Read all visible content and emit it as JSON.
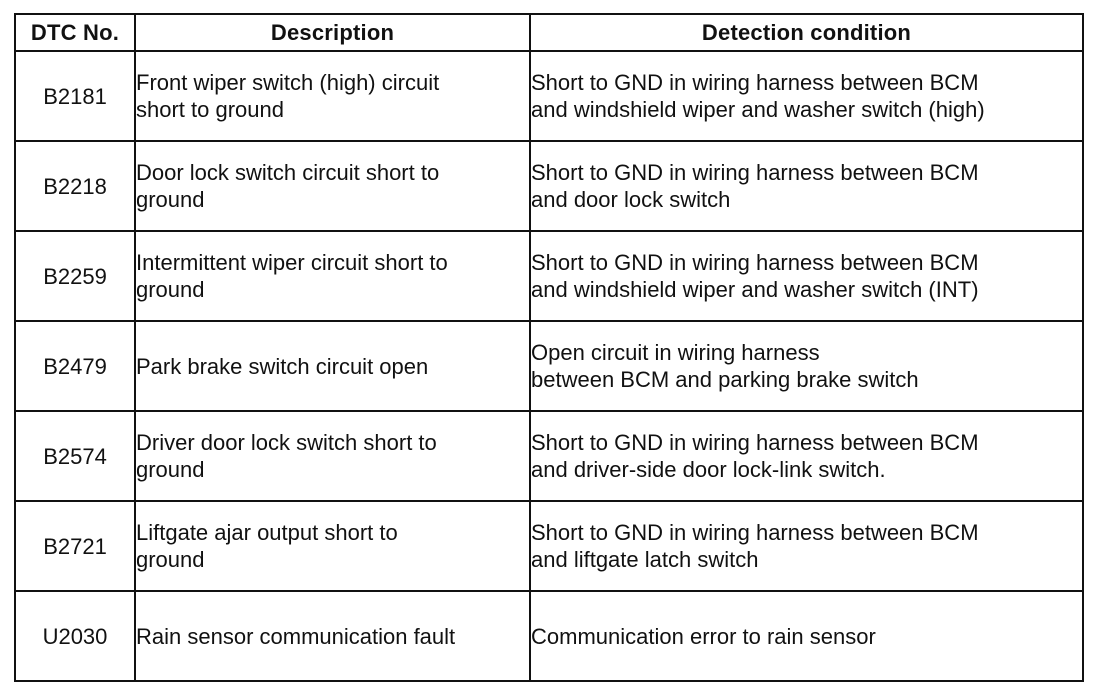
{
  "table": {
    "headers": [
      "DTC No.",
      "Description",
      "Detection condition"
    ],
    "rows": [
      {
        "code": "B2181",
        "description": "Front wiper switch (high) circuit\nshort to ground",
        "condition": "Short to GND in wiring harness between BCM\nand windshield wiper and washer switch (high)"
      },
      {
        "code": "B2218",
        "description": "Door lock switch circuit short to\nground",
        "condition": "Short to GND in wiring harness between BCM\nand door lock switch"
      },
      {
        "code": "B2259",
        "description": "Intermittent wiper circuit short to\nground",
        "condition": "Short to GND in wiring harness between BCM\nand windshield wiper and washer switch (INT)"
      },
      {
        "code": "B2479",
        "description": "Park brake switch circuit open",
        "condition": "Open circuit in wiring harness\nbetween BCM and parking brake switch"
      },
      {
        "code": "B2574",
        "description": "Driver door lock switch short to\nground",
        "condition": "Short to GND in wiring harness between BCM\nand driver-side door lock-link switch."
      },
      {
        "code": "B2721",
        "description": "Liftgate ajar output short to\nground",
        "condition": "Short to GND in wiring harness between BCM\nand liftgate latch switch"
      },
      {
        "code": "U2030",
        "description": "Rain sensor communication fault",
        "condition": "Communication error to rain sensor"
      }
    ]
  }
}
